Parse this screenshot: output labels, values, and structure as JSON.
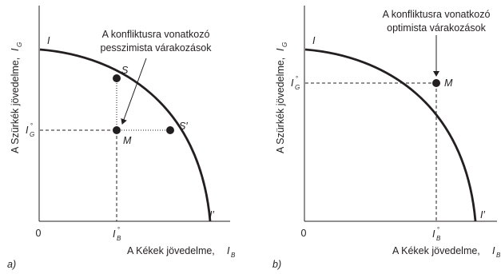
{
  "panels": [
    {
      "id": "a",
      "panel_label": "a)",
      "y_axis_label": "A Szürkék jövedelme,",
      "y_axis_symbol": "I",
      "y_axis_sub": "G",
      "x_axis_label": "A Kékek jövedelme,",
      "x_axis_symbol": "I",
      "x_axis_sub": "B",
      "origin_label": "0",
      "curve_start_label": "I",
      "curve_end_label": "I′",
      "x_tick_symbol": "I",
      "x_tick_sup": "°",
      "x_tick_sub": "B",
      "y_tick_symbol": "I",
      "y_tick_sup": "°",
      "y_tick_sub": "G",
      "annotation_line1": "A konfliktusra vonatkozó",
      "annotation_line2": "pesszimista várakozások",
      "point_labels": {
        "S": "S",
        "S_prime": "S′",
        "M": "M"
      }
    },
    {
      "id": "b",
      "panel_label": "b)",
      "y_axis_label": "A Szürkék jövedelme,",
      "y_axis_symbol": "I",
      "y_axis_sub": "G",
      "x_axis_label": "A Kékek jövedelme,",
      "x_axis_symbol": "I",
      "x_axis_sub": "B",
      "origin_label": "0",
      "curve_start_label": "I",
      "curve_end_label": "I′",
      "x_tick_symbol": "I",
      "x_tick_sup": "°",
      "x_tick_sub": "B",
      "y_tick_symbol": "I",
      "y_tick_sup": "°",
      "y_tick_sub": "G",
      "annotation_line1": "A konfliktusra vonatkozó",
      "annotation_line2": "optimista várakozások",
      "point_labels": {
        "M": "M"
      }
    }
  ],
  "colors": {
    "ink": "#231f20",
    "background": "#ffffff"
  }
}
